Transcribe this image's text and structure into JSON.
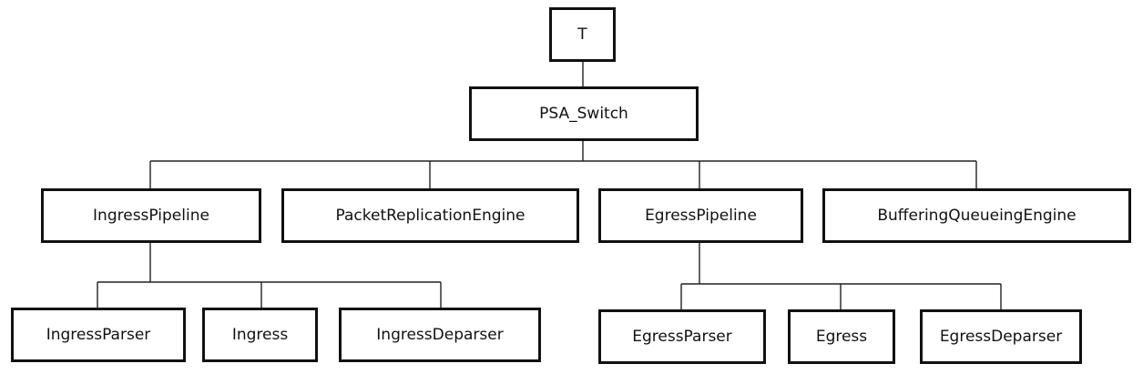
{
  "diagram": {
    "root": {
      "label": "T"
    },
    "switch": {
      "label": "PSA_Switch"
    },
    "components": [
      {
        "label": "IngressPipeline"
      },
      {
        "label": "PacketReplicationEngine"
      },
      {
        "label": "EgressPipeline"
      },
      {
        "label": "BufferingQueueingEngine"
      }
    ],
    "ingress_children": [
      {
        "label": "IngressParser"
      },
      {
        "label": "Ingress"
      },
      {
        "label": "IngressDeparser"
      }
    ],
    "egress_children": [
      {
        "label": "EgressParser"
      },
      {
        "label": "Egress"
      },
      {
        "label": "EgressDeparser"
      }
    ]
  }
}
